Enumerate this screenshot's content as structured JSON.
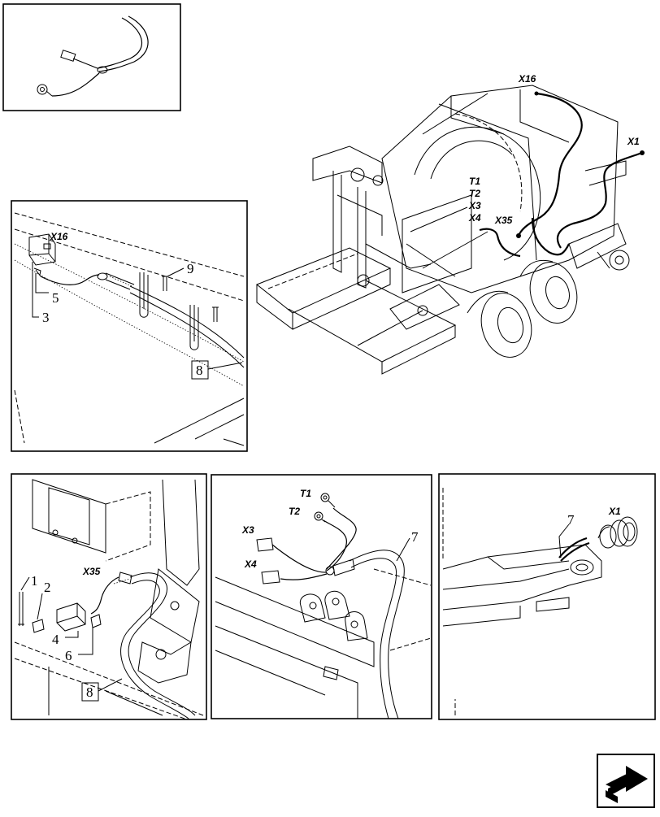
{
  "main_view": {
    "connectors": [
      "X16",
      "X1",
      "T1",
      "T2",
      "X3",
      "X4",
      "X35"
    ]
  },
  "detail_left": {
    "connector": "X16",
    "callouts": [
      "9",
      "5",
      "3",
      "8"
    ]
  },
  "detail_bottom_left": {
    "connector": "X35",
    "callouts": [
      "1",
      "2",
      "4",
      "6",
      "8"
    ]
  },
  "detail_bottom_mid": {
    "connectors": [
      "T1",
      "T2",
      "X3",
      "X4"
    ],
    "callouts": [
      "7"
    ]
  },
  "detail_bottom_right": {
    "connector": "X1",
    "callouts": [
      "7"
    ]
  },
  "nav": {
    "icon": "next-page-arrow-icon"
  }
}
